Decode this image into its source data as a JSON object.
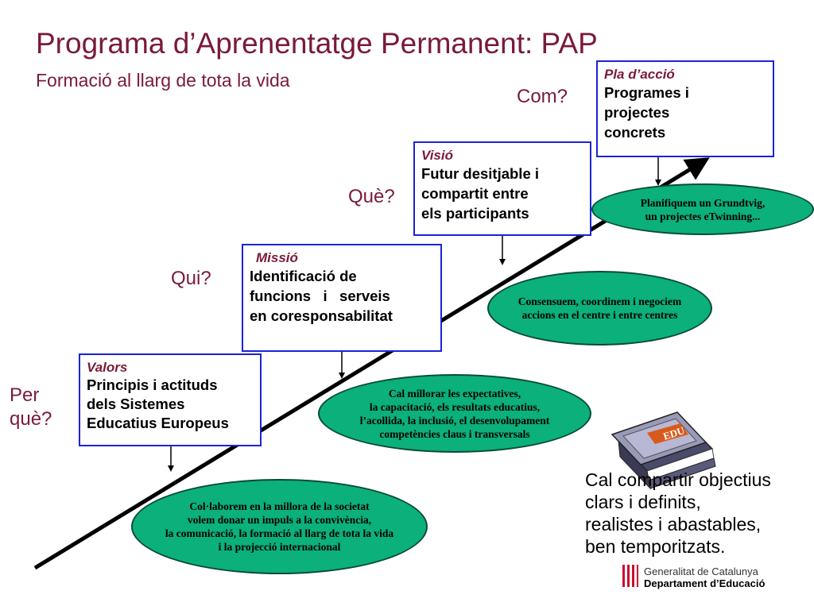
{
  "title": "Programa d’Aprenentatge Permanent: PAP",
  "subtitle": "Formació al llarg de tota la vida",
  "questions": {
    "com": "Com?",
    "que": "Què?",
    "qui": "Qui?",
    "perque_line1": "Per",
    "perque_line2": "què?"
  },
  "boxes": {
    "valors": {
      "heading": "Valors",
      "lines": [
        "Principis i actituds",
        "dels Sistemes",
        "Educatius Europeus"
      ]
    },
    "missio": {
      "heading": "Missió",
      "lines": [
        "Identificació de",
        "funcions   i   serveis",
        "en coresponsabilitat"
      ]
    },
    "visio": {
      "heading": "Visió",
      "lines": [
        "Futur desitjable i",
        "compartit entre",
        "els participants"
      ]
    },
    "pla": {
      "heading": "Pla d’acció",
      "lines": [
        "Programes i",
        "projectes",
        "concrets"
      ]
    }
  },
  "ellipses": {
    "collaborem": [
      "Col·laborem en la millora de la societat",
      "volem donar un impuls a la convivència,",
      "la comunicació, la formació al llarg de tota la vida",
      "i la projecció internacional"
    ],
    "millorar": [
      "Cal millorar les expectatives,",
      "la capacitació, els resultats educatius,",
      "l’acollida, la inclusió, el desenvolupament",
      "competències claus i transversals"
    ],
    "consensuem": [
      "Consensuem, coordinem i negociem",
      "accions en el centre i entre centres"
    ],
    "planifiquem": [
      "Planifiquem un Grundtvig,",
      "un projectes eTwinning..."
    ]
  },
  "book_label": "EDU",
  "note": [
    "Cal compartir objectius",
    "clars i definits,",
    "realistes i abastables,",
    "ben temporitzats."
  ],
  "footer": {
    "generalitat": "Generalitat de Catalunya",
    "departament": "Departament d’Educació"
  },
  "colors": {
    "title": "#7a1a38",
    "box_border": "#1a24d6",
    "ellipse_fill": "#0bb07a"
  }
}
